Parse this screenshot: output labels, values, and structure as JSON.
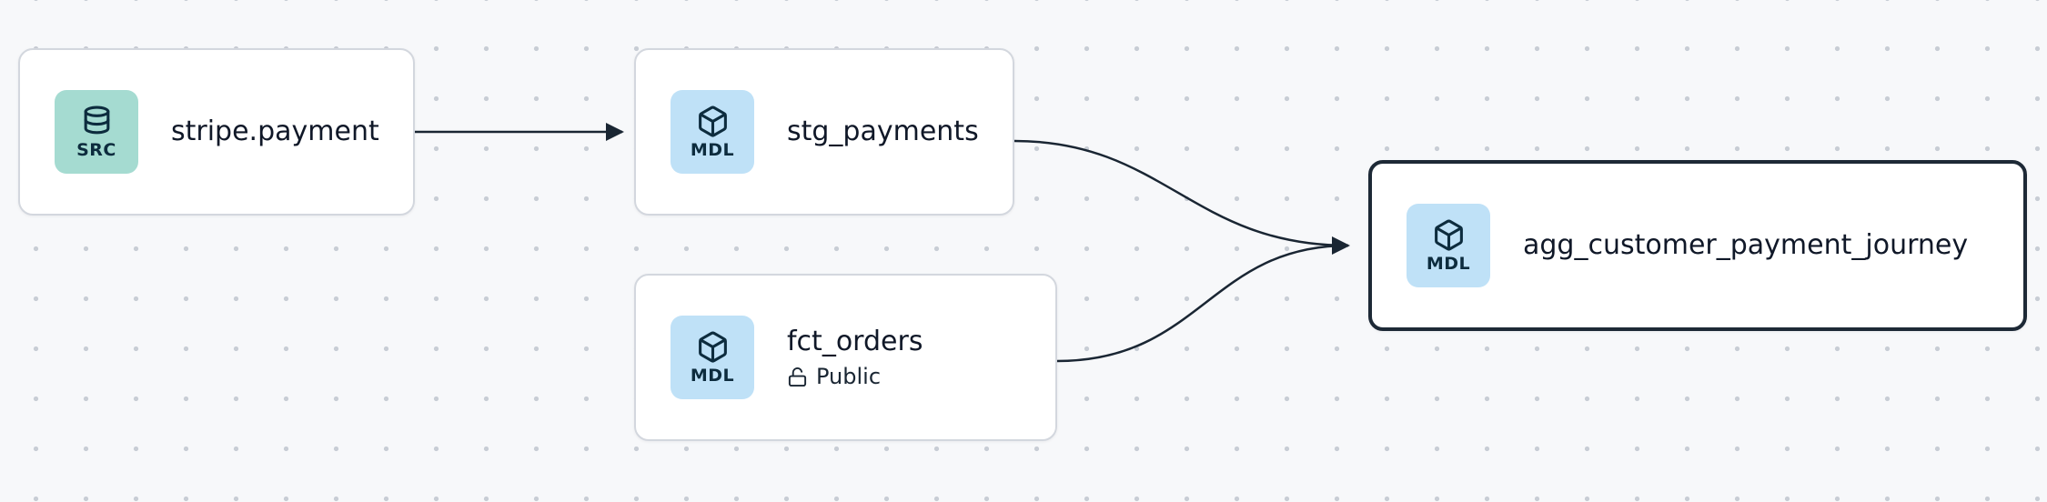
{
  "canvas": {
    "background": "#f7f8fa",
    "dot_color": "#c8cdd5"
  },
  "nodes": [
    {
      "id": "stripe_payment",
      "title": "stripe.payment",
      "badge": "SRC",
      "kind": "source",
      "icon": "database-icon",
      "badge_color": "#a5dbd1",
      "selected": false
    },
    {
      "id": "stg_payments",
      "title": "stg_payments",
      "badge": "MDL",
      "kind": "model",
      "icon": "cube-icon",
      "badge_color": "#bfe1f7",
      "selected": false
    },
    {
      "id": "fct_orders",
      "title": "fct_orders",
      "badge": "MDL",
      "kind": "model",
      "icon": "cube-icon",
      "badge_color": "#bfe1f7",
      "subtitle": "Public",
      "subtitle_icon": "unlock-icon",
      "selected": false
    },
    {
      "id": "agg_customer_payment_journey",
      "title": "agg_customer_payment_journey",
      "badge": "MDL",
      "kind": "model",
      "icon": "cube-icon",
      "badge_color": "#bfe1f7",
      "selected": true
    }
  ],
  "edges": [
    {
      "from": "stripe_payment",
      "to": "stg_payments"
    },
    {
      "from": "stg_payments",
      "to": "agg_customer_payment_journey"
    },
    {
      "from": "fct_orders",
      "to": "agg_customer_payment_journey"
    }
  ],
  "colors": {
    "edge": "#1a2633",
    "node_border": "#d3d7de",
    "selected_border": "#1d2936",
    "title_text": "#101828",
    "badge_text": "#0d2c3e"
  }
}
